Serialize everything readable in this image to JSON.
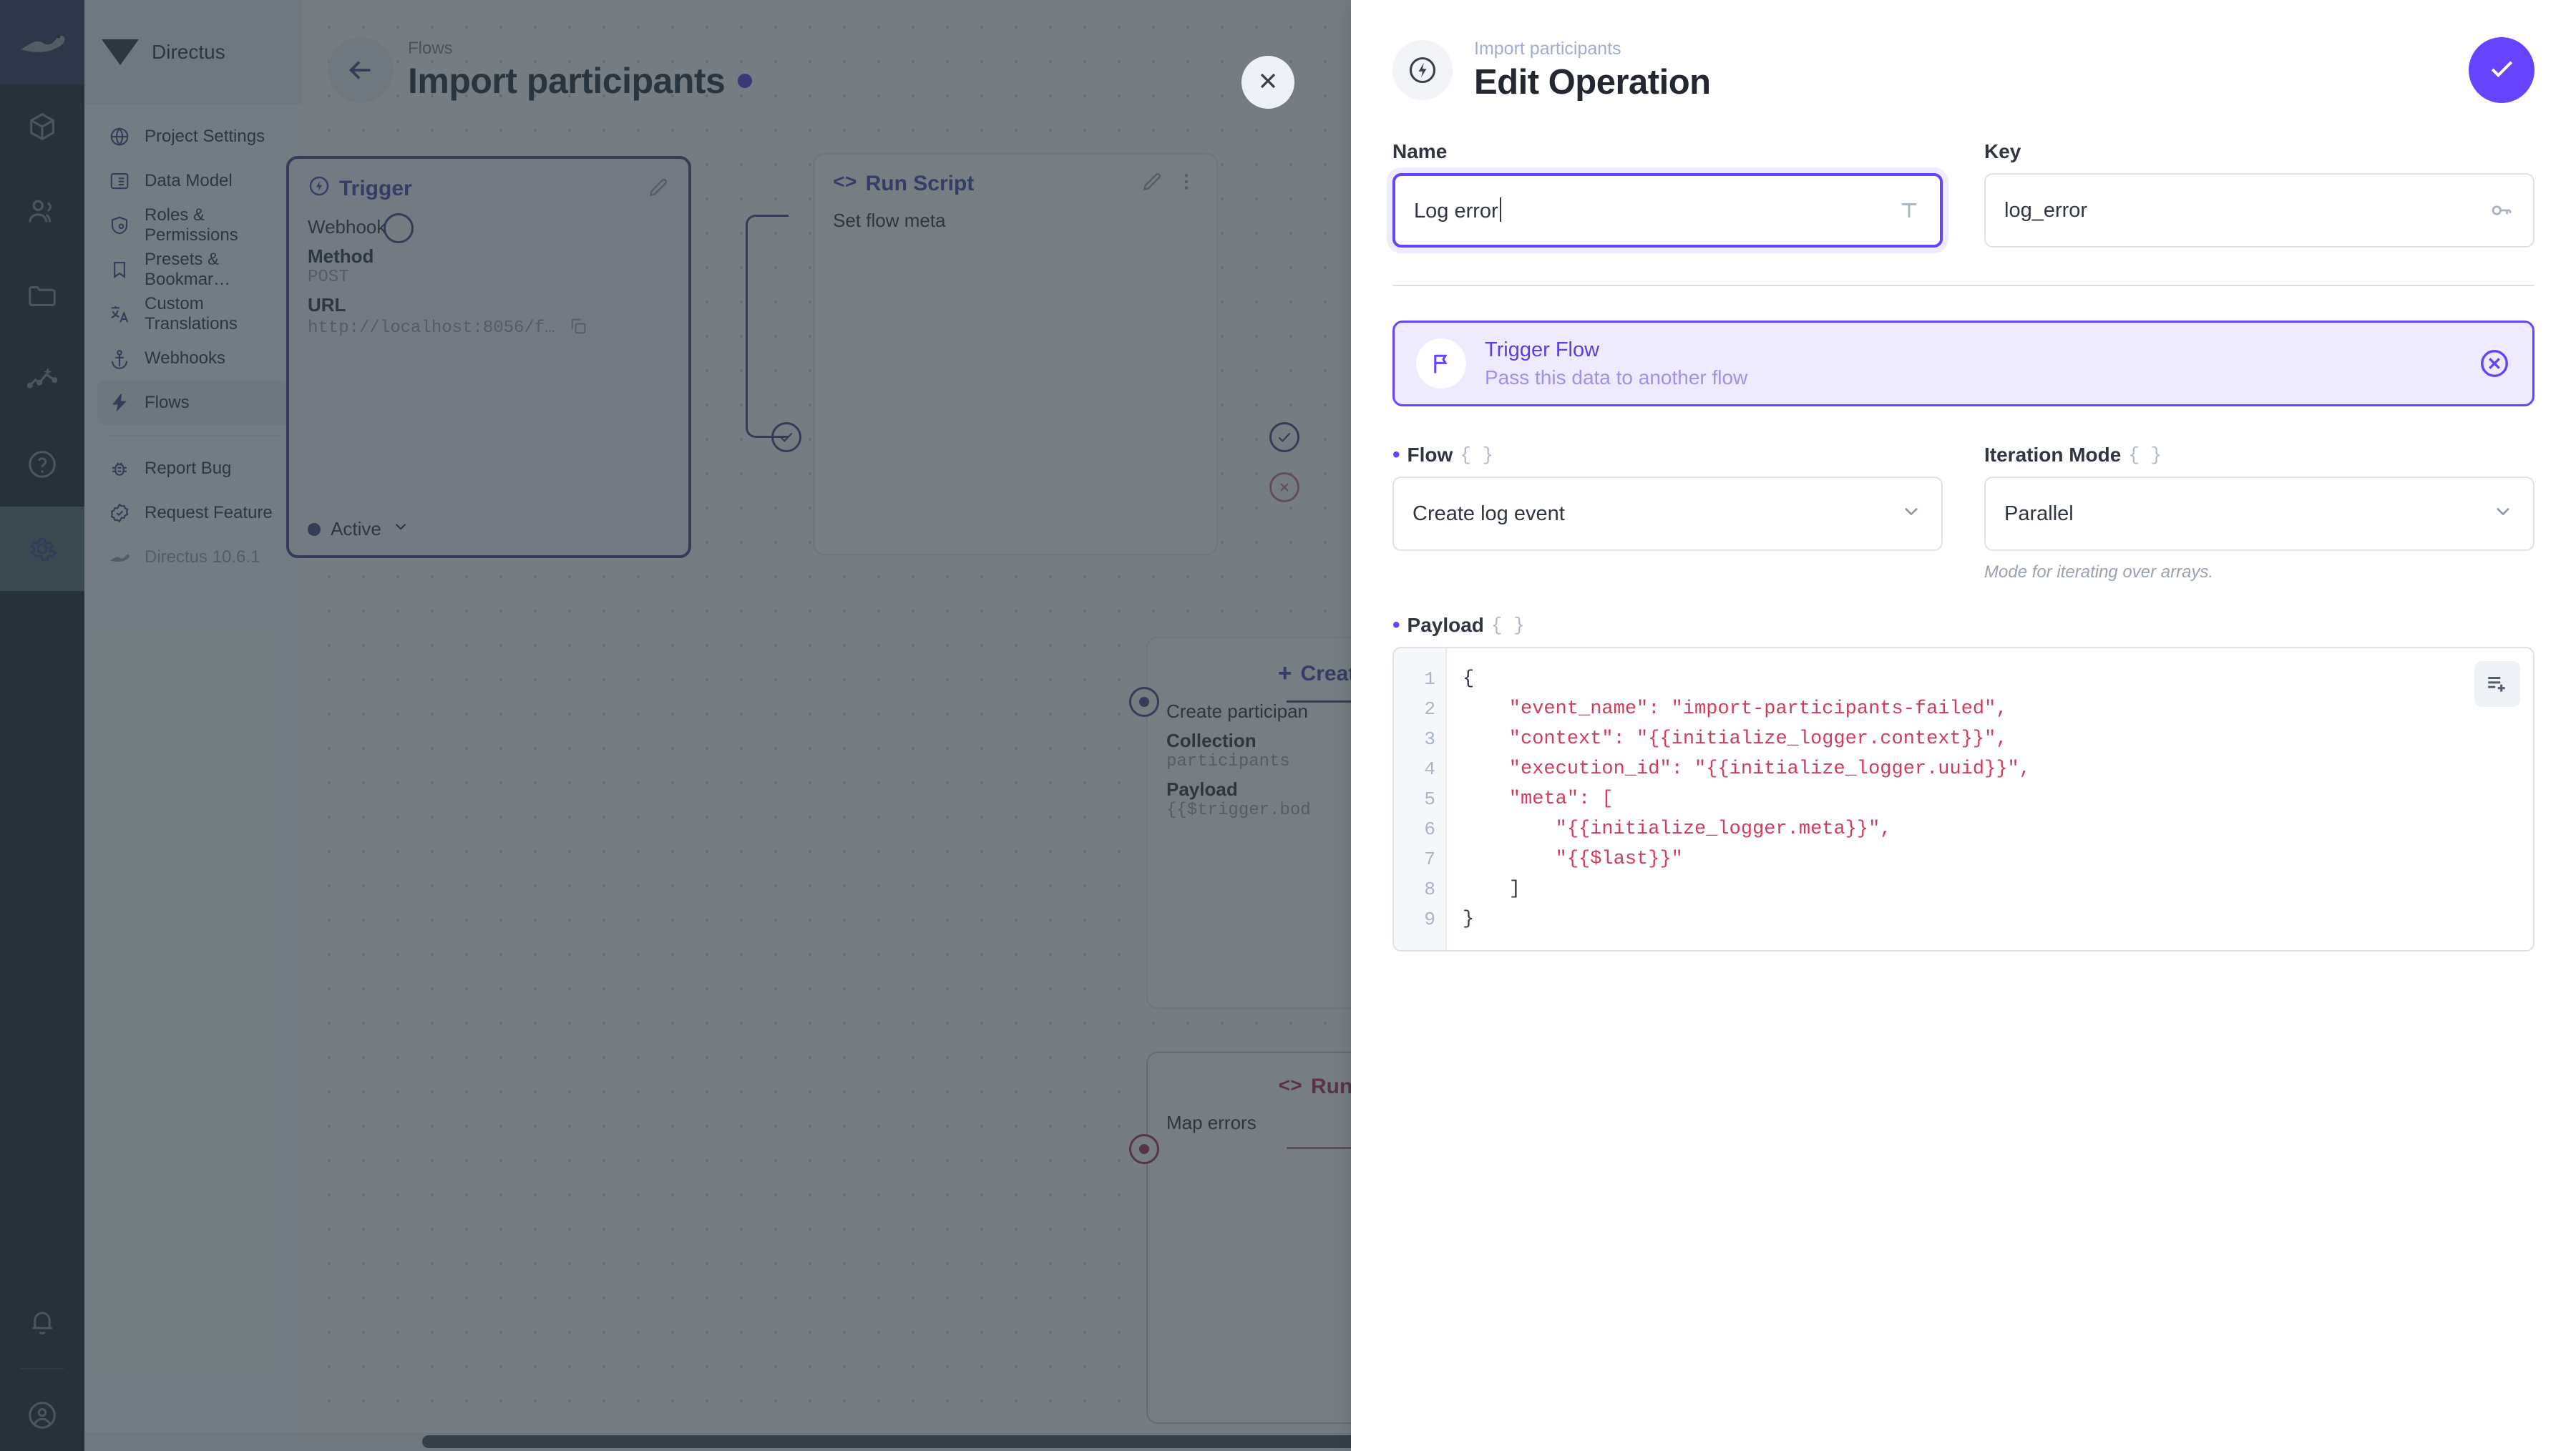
{
  "module_bar": {
    "logo_icon": "directus-rabbit-logo",
    "items": [
      {
        "name": "content-icon",
        "glyph": "box"
      },
      {
        "name": "users-icon",
        "glyph": "users"
      },
      {
        "name": "files-icon",
        "glyph": "folder"
      },
      {
        "name": "insights-icon",
        "glyph": "insights"
      },
      {
        "name": "help-icon",
        "glyph": "help"
      },
      {
        "name": "settings-icon",
        "glyph": "gear",
        "active": true
      }
    ],
    "bottom": [
      {
        "name": "notifications-icon",
        "glyph": "bell"
      },
      {
        "name": "account-icon",
        "glyph": "avatar"
      }
    ]
  },
  "nav": {
    "project_name": "Directus",
    "items": [
      {
        "label": "Project Settings",
        "icon": "public-icon"
      },
      {
        "label": "Data Model",
        "icon": "list-alt-icon"
      },
      {
        "label": "Roles & Permissions",
        "icon": "admin-panel-icon"
      },
      {
        "label": "Presets & Bookmar…",
        "icon": "bookmark-icon"
      },
      {
        "label": "Custom Translations",
        "icon": "translate-icon"
      },
      {
        "label": "Webhooks",
        "icon": "anchor-icon"
      },
      {
        "label": "Flows",
        "icon": "bolt-icon",
        "selected": true
      }
    ],
    "secondary": [
      {
        "label": "Report Bug",
        "icon": "bug-icon"
      },
      {
        "label": "Request Feature",
        "icon": "verified-icon"
      }
    ],
    "version": {
      "label": "Directus 10.6.1",
      "icon": "rabbit-icon"
    }
  },
  "canvas": {
    "breadcrumb": "Flows",
    "title": "Import participants",
    "back_icon": "arrow-left-icon",
    "status_dot_color": "#5348d8",
    "nodes": [
      {
        "type": "trigger",
        "header": "Trigger",
        "header_icon": "bolt-circle-icon",
        "edit_icon": "pencil-icon",
        "subtitle": "Webhook",
        "rows": [
          {
            "label": "Method",
            "value": "POST"
          },
          {
            "label": "URL",
            "value": "http://localhost:8056/f…",
            "copy_icon": "copy-icon"
          }
        ],
        "status": "Active",
        "status_chevron": "chevron-down-icon"
      },
      {
        "type": "operation",
        "header": "Run Script",
        "header_icon": "code-icon",
        "edit_icon": "pencil-icon",
        "more_icon": "more-vert-icon",
        "name": "Set flow meta"
      },
      {
        "type": "operation",
        "header": "Create Data",
        "header_icon": "plus-icon",
        "name": "Create participan",
        "rows": [
          {
            "label": "Collection",
            "value": "participants"
          },
          {
            "label": "Payload",
            "value": "{{$trigger.bod"
          }
        ]
      },
      {
        "type": "operation-error",
        "header": "Run Script",
        "header_icon": "code-icon",
        "name": "Map errors"
      }
    ]
  },
  "close_button": {
    "icon": "close-icon"
  },
  "drawer": {
    "icon": "bolt-circle-icon",
    "subtitle": "Import participants",
    "title": "Edit Operation",
    "save_icon": "check-icon",
    "fields": {
      "name": {
        "label": "Name",
        "value": "Log error",
        "trailing_icon": "text-format-icon",
        "focused": true
      },
      "key": {
        "label": "Key",
        "value": "log_error",
        "trailing_icon": "key-icon"
      },
      "flow": {
        "label": "Flow",
        "required": true,
        "braces": "{ }",
        "value": "Create log event",
        "chevron": "chevron-down-icon"
      },
      "iteration_mode": {
        "label": "Iteration Mode",
        "braces": "{ }",
        "value": "Parallel",
        "chevron": "chevron-down-icon",
        "hint": "Mode for iterating over arrays."
      },
      "payload": {
        "label": "Payload",
        "required": true,
        "braces": "{ }",
        "format_icon": "format-list-add-icon",
        "line_numbers": [
          1,
          2,
          3,
          4,
          5,
          6,
          7,
          8,
          9
        ],
        "lines": [
          "{",
          "    \"event_name\": \"import-participants-failed\",",
          "    \"context\": \"{{initialize_logger.context}}\",",
          "    \"execution_id\": \"{{initialize_logger.uuid}}\",",
          "    \"meta\": [",
          "        \"{{initialize_logger.meta}}\",",
          "        \"{{$last}}\"",
          "    ]",
          "}"
        ]
      }
    },
    "banner": {
      "icon": "flag-icon",
      "title": "Trigger Flow",
      "description": "Pass this data to another flow",
      "clear_icon": "cancel-circle-icon"
    }
  },
  "colors": {
    "accent": "#6644ff",
    "accent_soft": "#eeeaff",
    "module_bar_bg": "#263238",
    "string_literal": "#d33b5e"
  }
}
